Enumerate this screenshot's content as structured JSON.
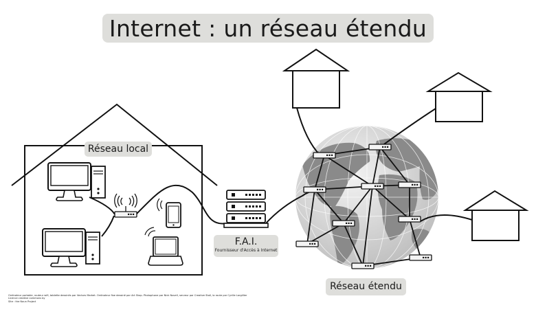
{
  "title": "Internet : un réseau étendu",
  "labels": {
    "local_network": "Réseau local",
    "isp_title": "F.A.I.",
    "isp_subtitle": "Fournisseur d'Accès à Internet",
    "wide_network": "Réseau étendu"
  },
  "credits": {
    "line1": "Ordinateur portable, routeur wifi, tablette dessinés par Vectors Market. Ordinateur fixe dessiné par Art Shop. Photophone par Nick Novell, serveur par Creative Stall, la route par Cyrille Largillier",
    "line2": "Licence creative commons by",
    "line3": " Site : the Noun Project"
  },
  "colors": {
    "label_background": "#dededb",
    "line": "#111111",
    "globe_land": "#7a7a7a",
    "globe_ocean": "#d4d4d4"
  },
  "icons": [
    "house-icon",
    "desktop-computer-icon",
    "wifi-router-icon",
    "smartphone-icon",
    "laptop-icon",
    "server-rack-icon",
    "globe-icon",
    "network-router-icon"
  ]
}
